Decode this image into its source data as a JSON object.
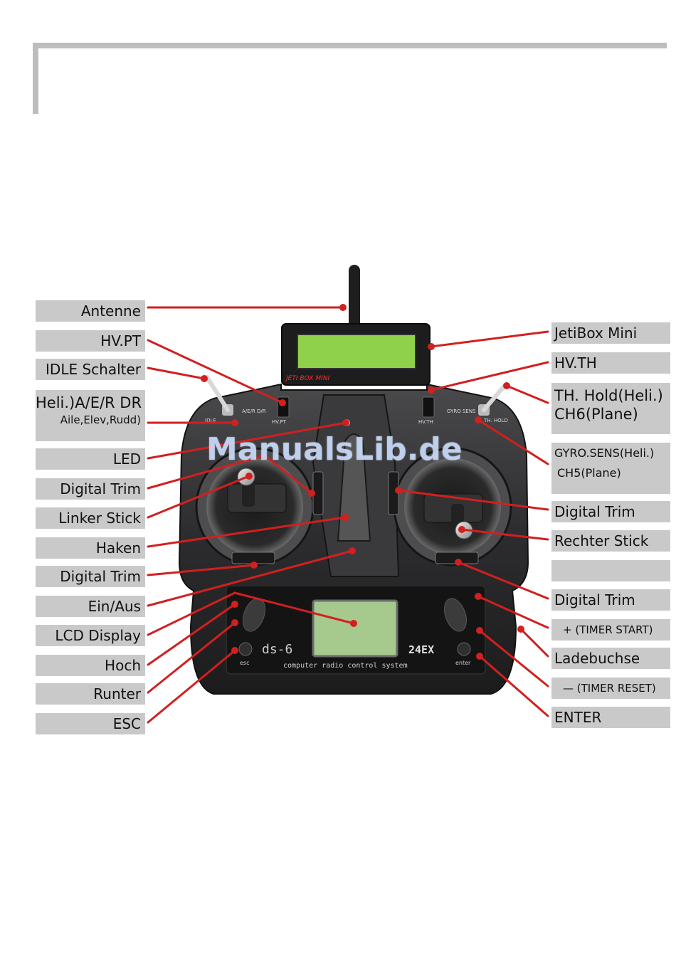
{
  "watermark": "ManualsLib.de",
  "device": {
    "model": "ds-6",
    "band": "24EX",
    "slogan": "computer radio control system",
    "module": "JETI BOX MINI",
    "esc_key": "esc",
    "enter_key": "enter",
    "switch_idle": "IDLE",
    "switch_hvpt": "HV.PT",
    "switch_hvth": "HV.TH",
    "switch_thhold": "TH. HOLD",
    "switch_aer": "A/E/R D/R",
    "switch_gyro": "GYRO SENS"
  },
  "labels_left": [
    "Antenne",
    "HV.PT",
    "IDLE Schalter",
    "Heli.)A/E/R DR",
    "Aile,Elev,Rudd)",
    "LED",
    "Digital Trim",
    "Linker Stick",
    "Haken",
    "Digital Trim",
    "Ein/Aus",
    "LCD Display",
    "Hoch",
    "Runter",
    "ESC"
  ],
  "labels_right": [
    "JetiBox Mini",
    "HV.TH",
    "TH. Hold(Heli.)",
    "CH6(Plane)",
    "GYRO.SENS(Heli.)",
    "CH5(Plane)",
    "Digital Trim",
    "Rechter Stick",
    "",
    "Digital Trim",
    "+  (TIMER START)",
    "Ladebuchse",
    "—  (TIMER RESET)",
    "ENTER"
  ],
  "colors": {
    "callout_bg": "#c9c9c9",
    "leader": "#d21f1f",
    "body": "#2d2d2f",
    "lcd": "#a6c98e",
    "jeti_lcd": "#8fd14a"
  }
}
